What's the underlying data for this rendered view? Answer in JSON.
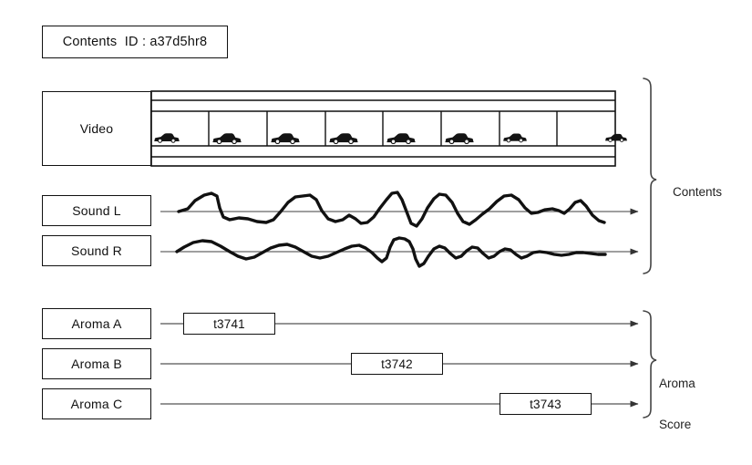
{
  "title": {
    "text": "Contents  ID : a37d5hr8"
  },
  "tracks": {
    "video": {
      "label": "Video",
      "frame_count": 8,
      "frame_icon": "car-icon"
    },
    "sound_left": {
      "label": "Sound L"
    },
    "sound_right": {
      "label": "Sound R"
    },
    "aroma_a": {
      "label": "Aroma A",
      "marker": "t3741"
    },
    "aroma_b": {
      "label": "Aroma B",
      "marker": "t3742"
    },
    "aroma_c": {
      "label": "Aroma C",
      "marker": "t3743"
    }
  },
  "brackets": {
    "contents": "Contents",
    "aroma_score_line1": "Aroma",
    "aroma_score_line2": "Score"
  },
  "colors": {
    "stroke": "#111111",
    "axis": "#555555",
    "text": "#111111",
    "background": "#ffffff"
  }
}
